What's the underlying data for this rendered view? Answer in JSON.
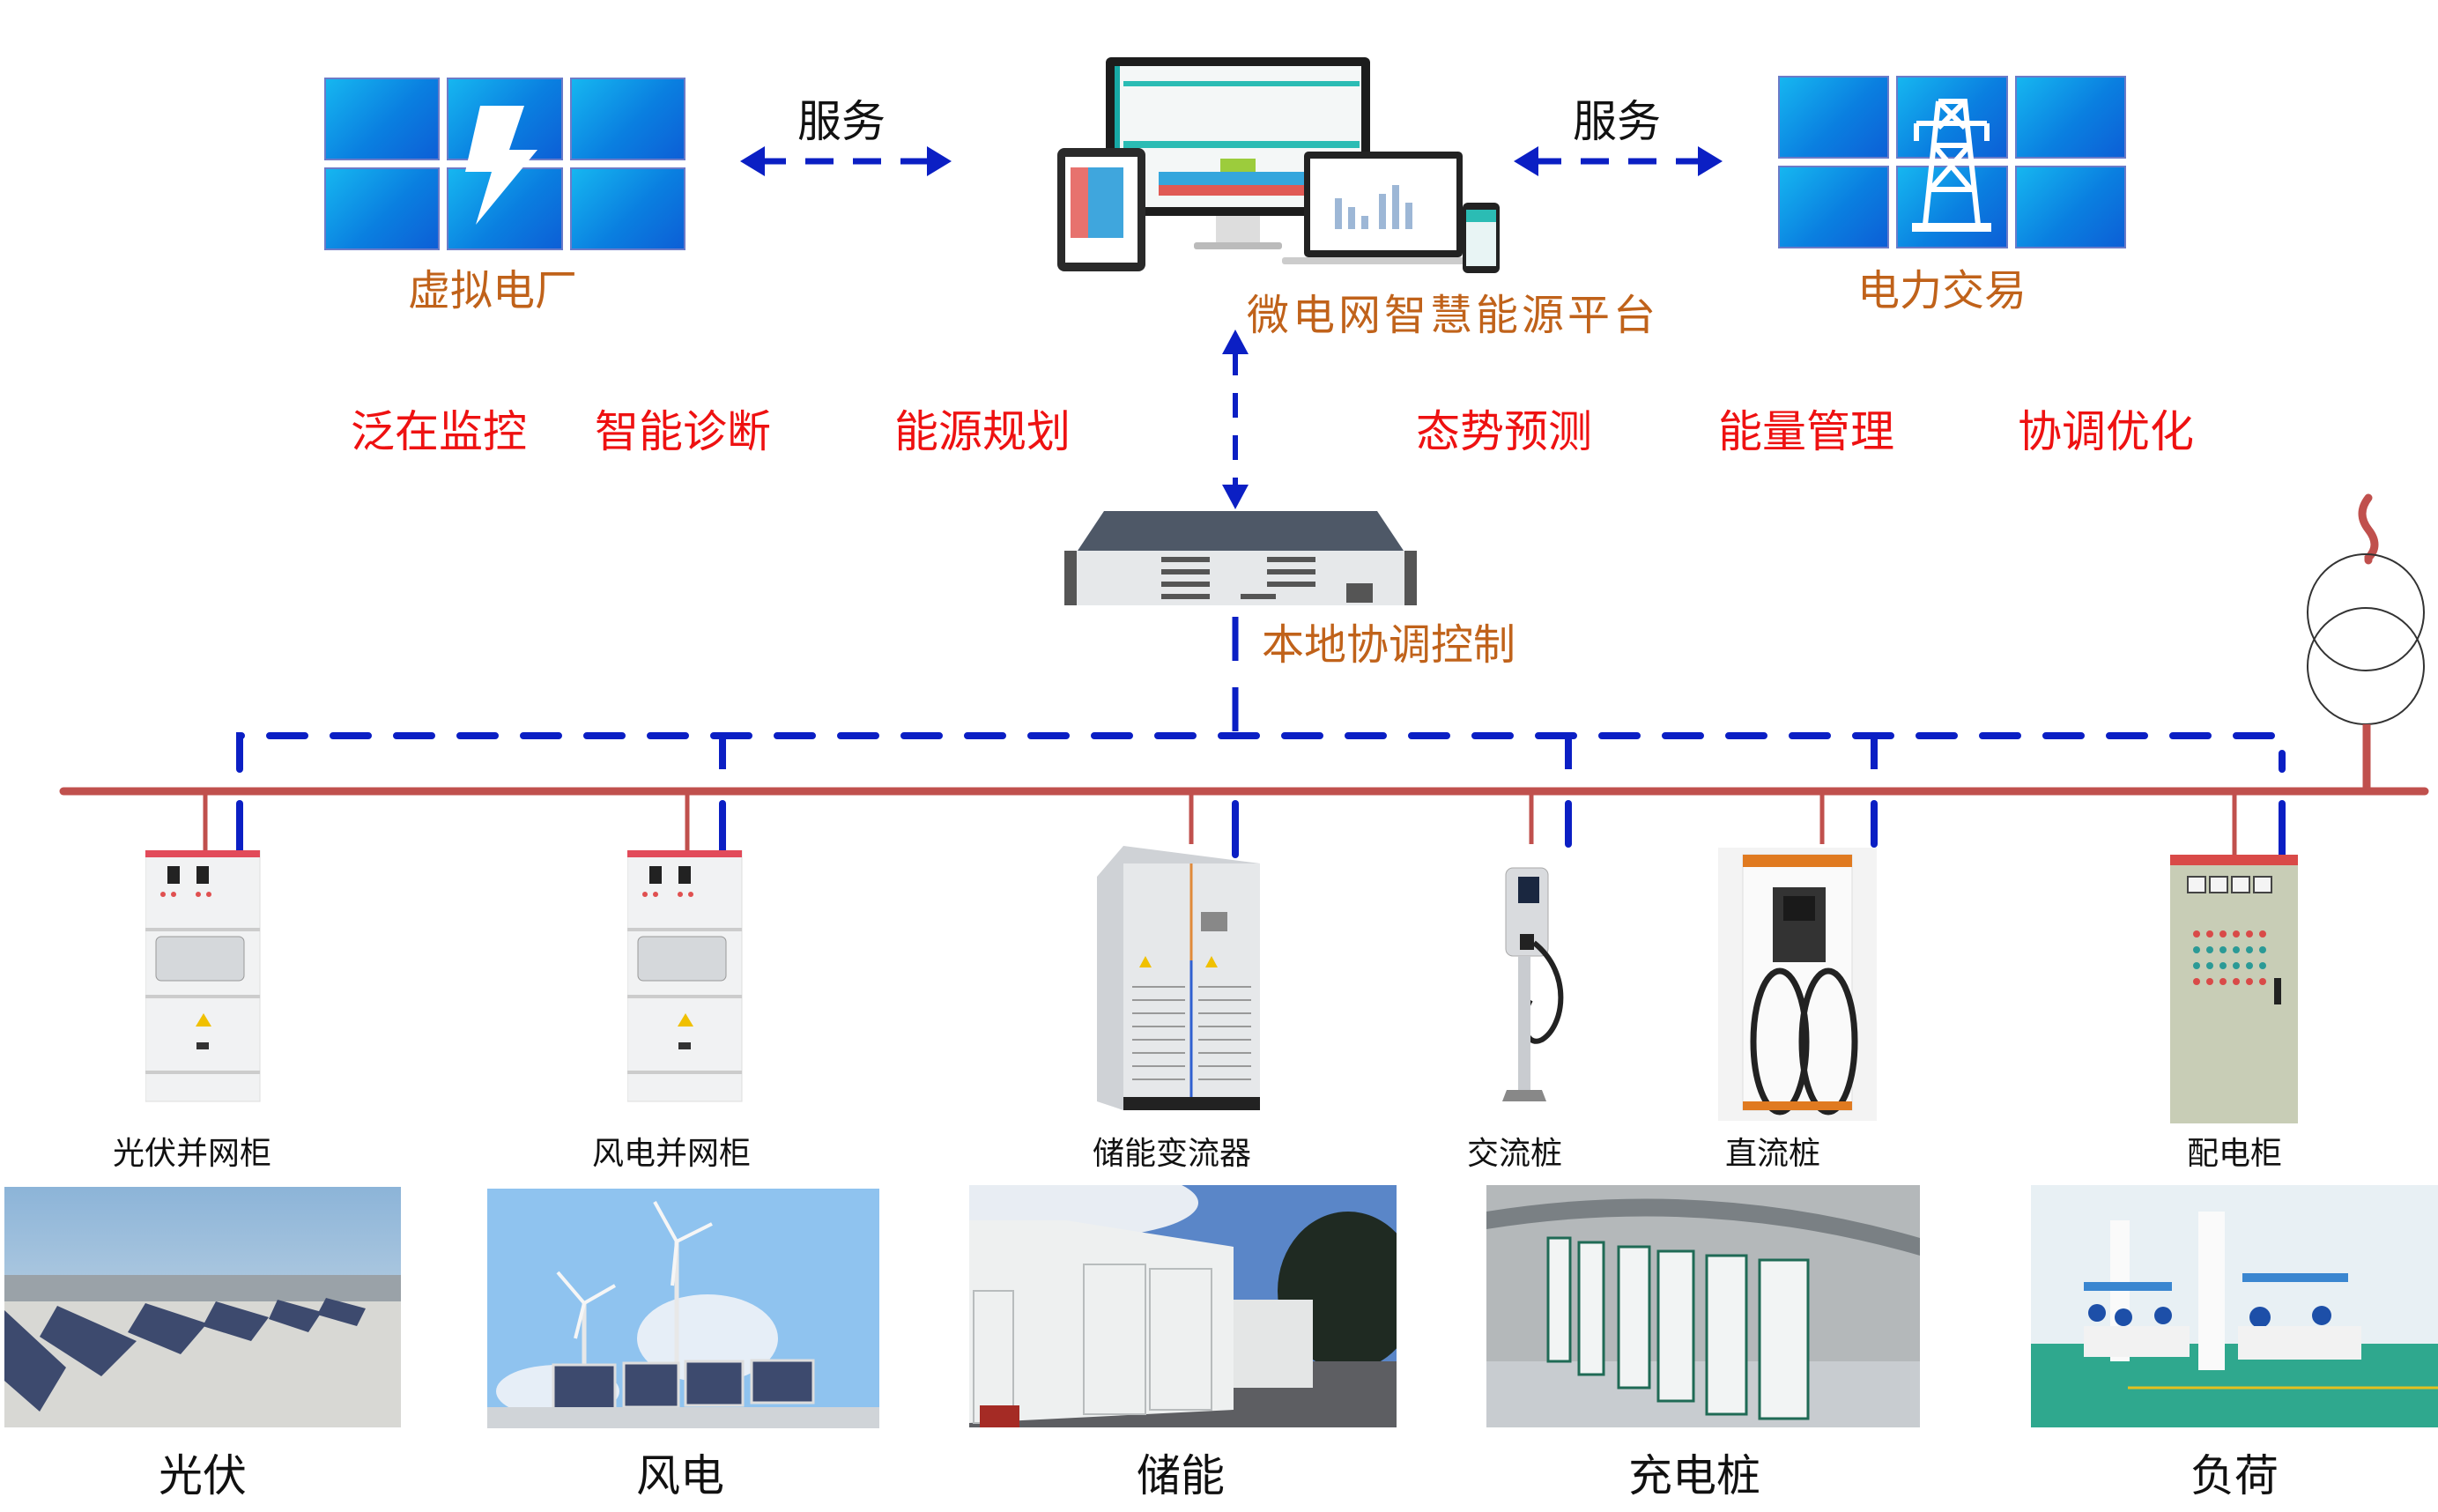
{
  "top": {
    "vpp": {
      "label": "虚拟电厂",
      "icon": "lightning-bolt-icon"
    },
    "platform": {
      "label": "微电网智慧能源平台",
      "icon": "multi-device-dashboard-icon"
    },
    "trading": {
      "label": "电力交易",
      "icon": "power-tower-icon"
    },
    "service_left": "服务",
    "service_right": "服务"
  },
  "functions": [
    "泛在监控",
    "智能诊断",
    "能源规划",
    "态势预测",
    "能量管理",
    "协调优化"
  ],
  "controller": {
    "label": "本地协调控制",
    "icon": "rack-controller-icon"
  },
  "equipment": [
    {
      "label": "光伏并网柜",
      "icon": "switchgear-cabinet-icon"
    },
    {
      "label": "风电并网柜",
      "icon": "switchgear-cabinet-icon"
    },
    {
      "label": "储能变流器",
      "icon": "pcs-inverter-icon"
    },
    {
      "label": "交流桩",
      "icon": "ac-charger-icon"
    },
    {
      "label": "直流桩",
      "icon": "dc-charger-icon"
    },
    {
      "label": "配电柜",
      "icon": "distribution-cabinet-icon"
    }
  ],
  "resources": [
    {
      "label": "光伏",
      "icon": "solar-farm-photo"
    },
    {
      "label": "风电",
      "icon": "wind-turbine-photo"
    },
    {
      "label": "储能",
      "icon": "battery-container-photo"
    },
    {
      "label": "充电桩",
      "icon": "charging-station-photo"
    },
    {
      "label": "负荷",
      "icon": "factory-load-photo"
    }
  ],
  "colors": {
    "power_line": "#c0504d",
    "comm_line": "#0b1fc4",
    "label_orange": "#c0621a",
    "function_red": "#ee1111"
  }
}
